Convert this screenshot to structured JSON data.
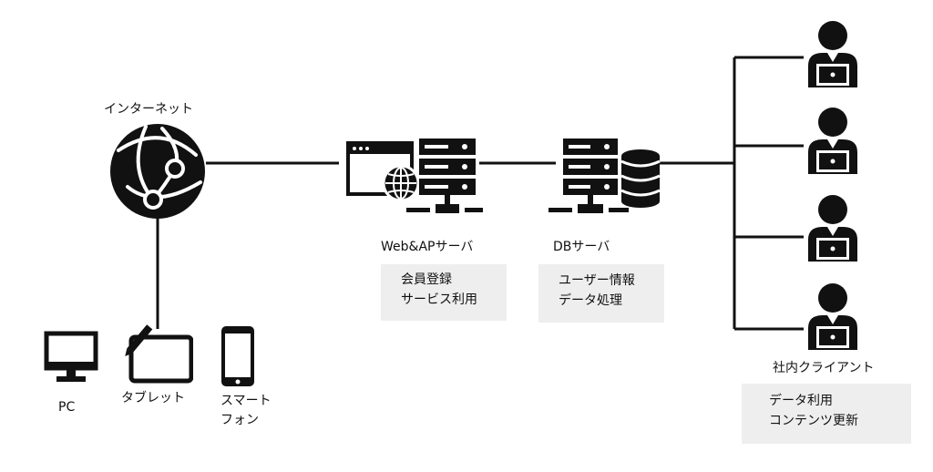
{
  "nodes": {
    "internet": {
      "label": "インターネット"
    },
    "web_ap": {
      "label": "Web&APサーバ",
      "desc": [
        "会員登録",
        "サービス利用"
      ]
    },
    "db": {
      "label": "DBサーバ",
      "desc": [
        "ユーザー情報",
        "データ処理"
      ]
    },
    "clients": {
      "label": "社内クライアント",
      "desc": [
        "データ利用",
        "コンテンツ更新"
      ]
    },
    "pc": {
      "label": "PC"
    },
    "tablet": {
      "label": "タブレット"
    },
    "smartphone": {
      "label": [
        "スマート",
        "フォン"
      ]
    }
  },
  "icons": [
    "globe-network-icon",
    "browser-web-icon",
    "server-rack-icon",
    "database-icon",
    "monitor-icon",
    "tablet-pen-icon",
    "smartphone-icon",
    "user-laptop-icon"
  ],
  "colors": {
    "line": "#111111",
    "box_bg": "#eeeeee"
  }
}
